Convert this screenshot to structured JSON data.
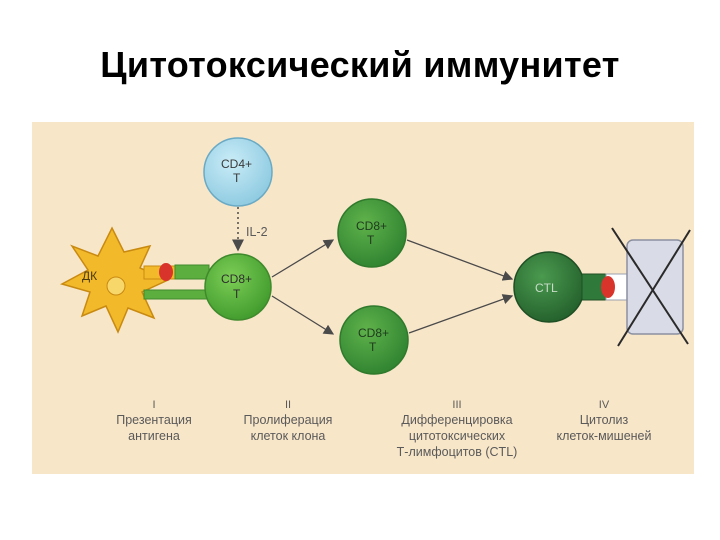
{
  "title": "Цитотоксический иммунитет",
  "cells": {
    "dc": "ДК",
    "cd4_line1": "CD4+",
    "cd4_line2": "T",
    "cd8_main_line1": "CD8+",
    "cd8_main_line2": "T",
    "cd8_top_line1": "CD8+",
    "cd8_top_line2": "T",
    "cd8_bottom_line1": "CD8+",
    "cd8_bottom_line2": "T",
    "ctl": "CTL"
  },
  "signal": "IL-2",
  "stages": [
    {
      "num": "I",
      "line1": "Презентация",
      "line2": "антигена",
      "line3": ""
    },
    {
      "num": "II",
      "line1": "Пролиферация",
      "line2": "клеток клона",
      "line3": ""
    },
    {
      "num": "III",
      "line1": "Дифференцировка",
      "line2": "цитотоксических",
      "line3": "Т-лимфоцитов (CTL)"
    },
    {
      "num": "IV",
      "line1": "Цитолиз",
      "line2": "клеток-мишеней",
      "line3": ""
    }
  ],
  "colors": {
    "panel": "#f8e6c9",
    "cd8": "#5cae3e",
    "cd4": "#a8d8ea",
    "dendritic": "#f2b92b",
    "ctl": "#2f7a3a",
    "receptor_red": "#d8342b",
    "target": "#d9dce6"
  }
}
